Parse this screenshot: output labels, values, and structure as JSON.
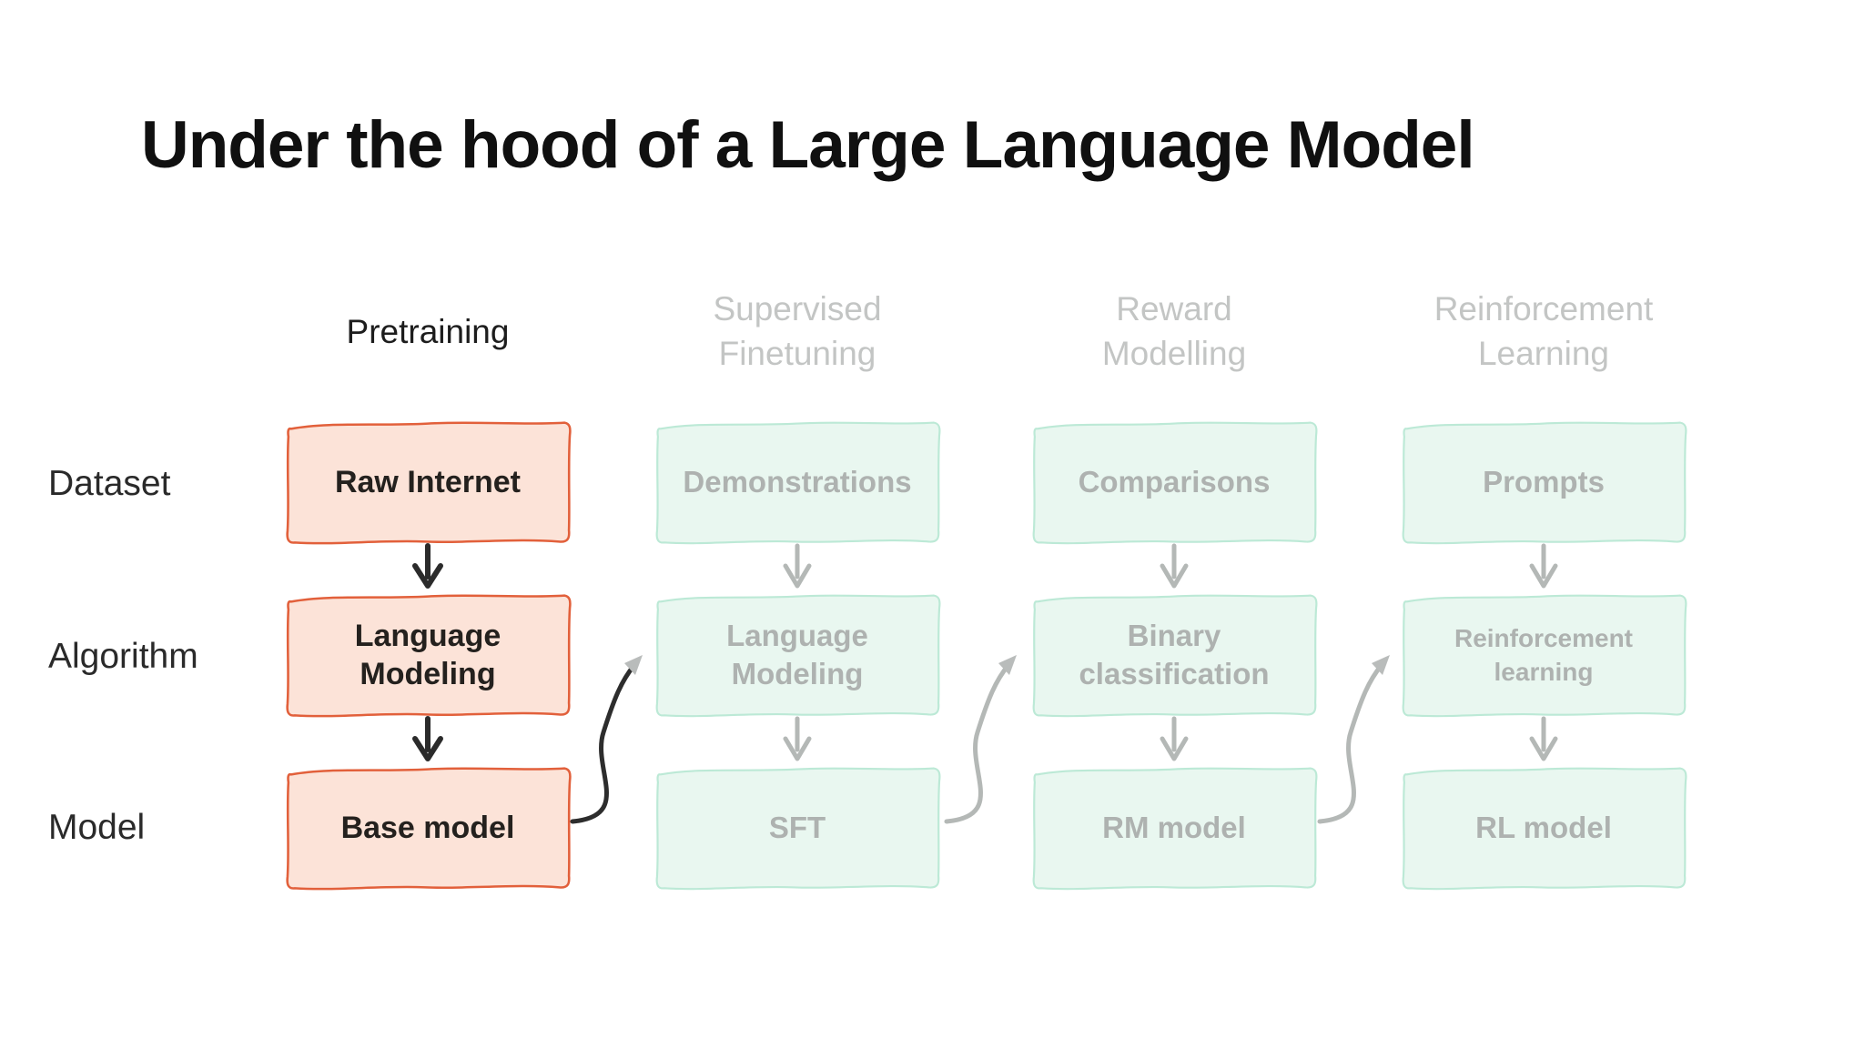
{
  "slide": {
    "title": "Under the hood of a Large Language Model"
  },
  "rows": [
    "Dataset",
    "Algorithm",
    "Model"
  ],
  "stages": [
    {
      "name": "Pretraining",
      "state": "active",
      "header_lines": [
        "Pretraining"
      ],
      "boxes": [
        {
          "row": "Dataset",
          "lines": [
            "Raw Internet"
          ]
        },
        {
          "row": "Algorithm",
          "lines": [
            "Language",
            "Modeling"
          ]
        },
        {
          "row": "Model",
          "lines": [
            "Base model"
          ]
        }
      ]
    },
    {
      "name": "Supervised Finetuning",
      "state": "faded",
      "header_lines": [
        "Supervised",
        "Finetuning"
      ],
      "boxes": [
        {
          "row": "Dataset",
          "lines": [
            "Demonstrations"
          ]
        },
        {
          "row": "Algorithm",
          "lines": [
            "Language",
            "Modeling"
          ]
        },
        {
          "row": "Model",
          "lines": [
            "SFT"
          ]
        }
      ]
    },
    {
      "name": "Reward Modelling",
      "state": "faded",
      "header_lines": [
        "Reward",
        "Modelling"
      ],
      "boxes": [
        {
          "row": "Dataset",
          "lines": [
            "Comparisons"
          ]
        },
        {
          "row": "Algorithm",
          "lines": [
            "Binary",
            "classification"
          ]
        },
        {
          "row": "Model",
          "lines": [
            "RM model"
          ]
        }
      ]
    },
    {
      "name": "Reinforcement Learning",
      "state": "faded",
      "header_lines": [
        "Reinforcement",
        "Learning"
      ],
      "boxes": [
        {
          "row": "Dataset",
          "lines": [
            "Prompts"
          ]
        },
        {
          "row": "Algorithm",
          "lines": [
            "Reinforcement",
            "learning"
          ]
        },
        {
          "row": "Model",
          "lines": [
            "RL model"
          ]
        }
      ]
    }
  ],
  "colors": {
    "active_box_fill": "#fce3d8",
    "active_box_border": "#e2603b",
    "active_text": "#24211e",
    "faded_box_fill": "#e9f7f0",
    "faded_box_border": "#bce9d6",
    "faded_text": "#aeb2b0",
    "faded_header": "#c3c5c4",
    "arrow_active": "#2b2b2b",
    "arrow_faded": "#b4b8b6"
  }
}
